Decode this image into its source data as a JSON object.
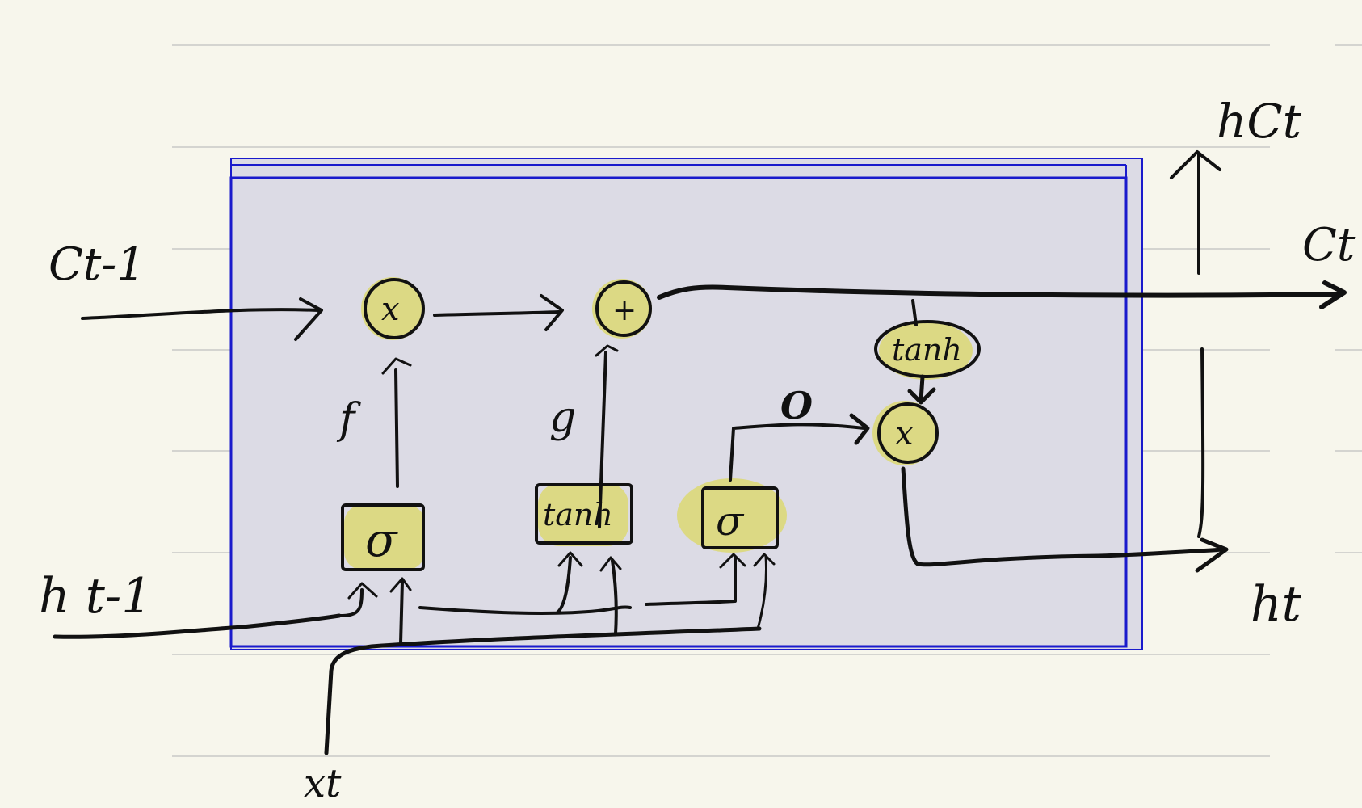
{
  "colors": {
    "paper": "#f7f6ec",
    "rule": "#d4d4d0",
    "cell_fill": "#dcdbe5",
    "cell_border": "#1a1acc",
    "highlight": "#dcd984",
    "ink": "#111111"
  },
  "labels": {
    "c_prev": "Ct-1",
    "h_prev": "h t-1",
    "x_t": "xt",
    "c_t": "Ct",
    "h_t": "ht",
    "hc_t": "hCt",
    "f": "f",
    "g": "g",
    "o": "O"
  },
  "nodes": {
    "forget_mult": "x",
    "add": "+",
    "output_mult": "x",
    "forget_sigma": "σ",
    "cand_tanh": "tanh",
    "out_sigma": "σ",
    "cell_tanh": "tanh"
  }
}
